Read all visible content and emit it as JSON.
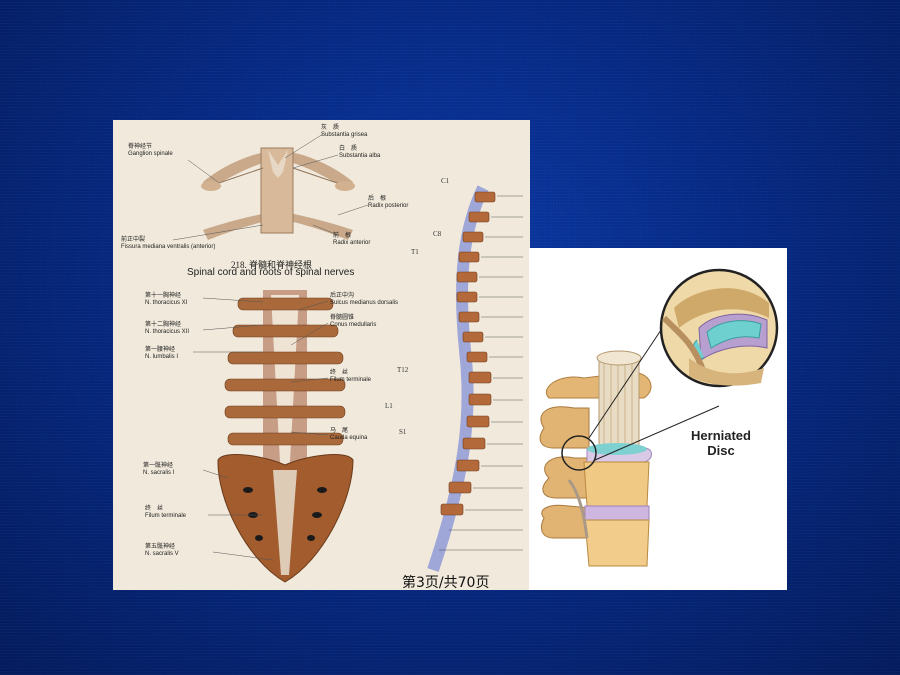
{
  "figure": {
    "number": "218.",
    "title_cn": "脊髓和脊神经根",
    "title_en": "Spinal cord and roots of spinal nerves"
  },
  "cross_section_labels": [
    {
      "cn": "灰　质",
      "la": "Substantia grisea"
    },
    {
      "cn": "白　质",
      "la": "Substantia alba"
    },
    {
      "cn": "脊神经节",
      "la": "Ganglion spinale"
    },
    {
      "cn": "后　根",
      "la": "Radix posterior"
    },
    {
      "cn": "前正中裂",
      "la": "Fissura mediana ventralis (anterior)"
    },
    {
      "cn": "前　根",
      "la": "Radix anterior"
    }
  ],
  "cord_labels_left": [
    {
      "cn": "第十一胸神经",
      "la": "N. thoracicus XI"
    },
    {
      "cn": "第十二胸神经",
      "la": "N. thoracicus XII"
    },
    {
      "cn": "第一腰神经",
      "la": "N. lumbalis I"
    },
    {
      "cn": "第一骶神经",
      "la": "N. sacralis I"
    },
    {
      "cn": "终　丝",
      "la": "Filum terminale"
    },
    {
      "cn": "第五骶神经",
      "la": "N. sacralis V"
    }
  ],
  "cord_labels_right": [
    {
      "cn": "后正中沟",
      "la": "Sulcus medianus dorsalis"
    },
    {
      "cn": "脊髓圆锥",
      "la": "Conus medullaris"
    },
    {
      "cn": "终　丝",
      "la": "Filum terminale"
    },
    {
      "cn": "马　尾",
      "la": "Cauda equina"
    }
  ],
  "vertebra_labels": [
    "C1",
    "C8",
    "T1",
    "T12",
    "L1",
    "S1"
  ],
  "disc_label": "Herniated Disc",
  "footer": "第3页/共70页"
}
